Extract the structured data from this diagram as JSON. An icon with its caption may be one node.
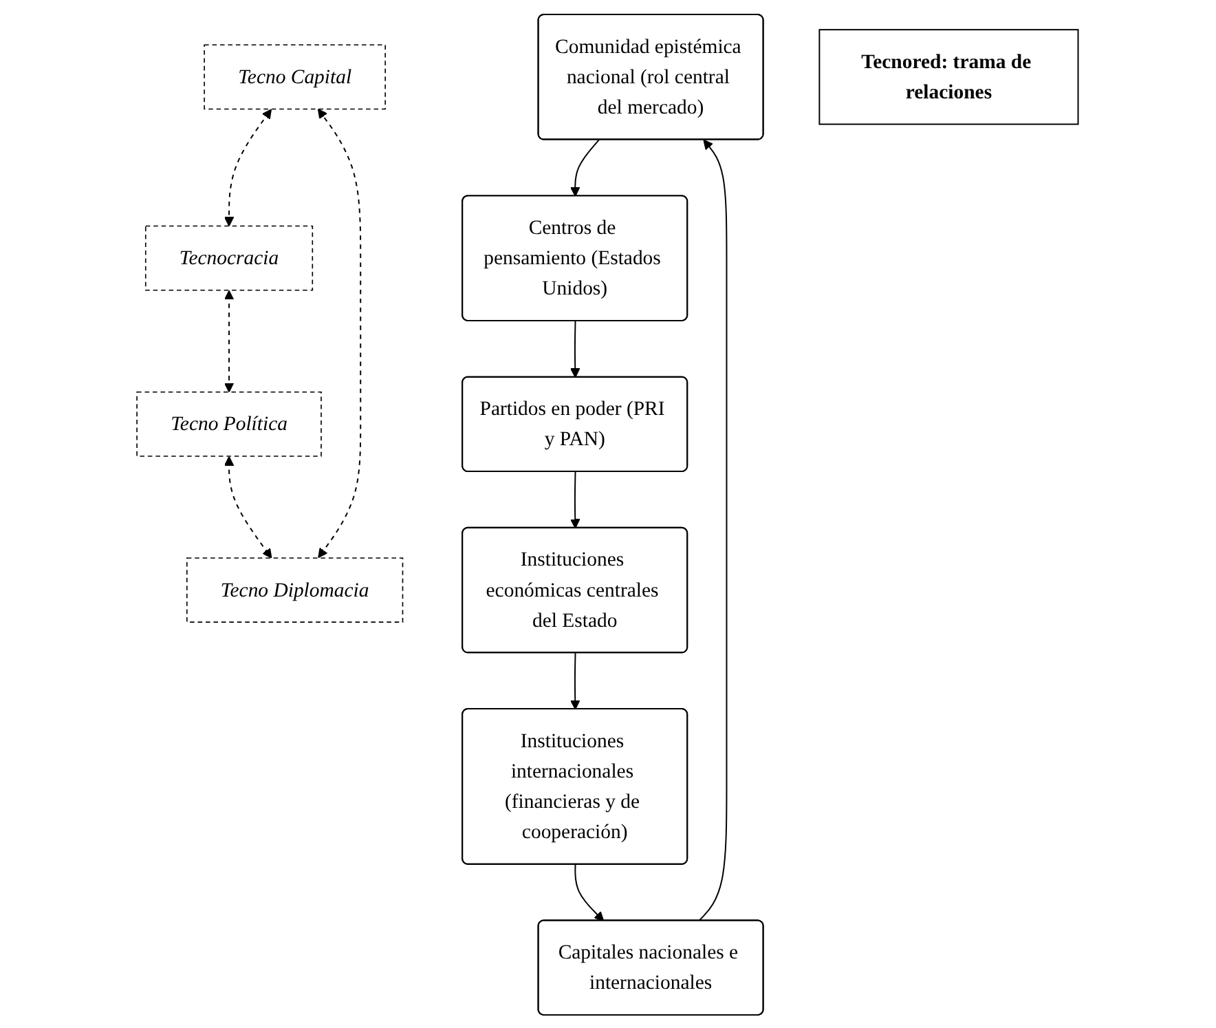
{
  "diagram": {
    "nodes": [
      {
        "text": [
          "Tecno Capital"
        ]
      },
      {
        "text": [
          "Comunidad epistémica nacional (rol central del mercado)"
        ]
      },
      {
        "text": [
          "Tecnocracia"
        ]
      },
      {
        "text": [
          "Capitales nacionales e internacionales"
        ]
      },
      {
        "text": [
          "Centros de pensamiento (Estados Unidos)"
        ]
      },
      {
        "text": [
          "Tecnored: trama de relaciones"
        ]
      },
      {
        "text": [
          "Instituciones internacionales (financieras y de cooperación)"
        ]
      },
      {
        "text": [
          "Partidos en poder (PRI y PAN)"
        ]
      },
      {
        "text": [
          "Tecno Diplomacia"
        ]
      },
      {
        "text": [
          "Instituciones económicas centrales del Estado"
        ]
      },
      {
        "text": [
          "Tecno Política"
        ]
      }
    ],
    "edges": [
      {
        "from": 1,
        "to": 4,
        "arrow": "to"
      },
      {
        "from": 4,
        "to": 7,
        "arrow": "to"
      },
      {
        "from": 7,
        "to": 9,
        "arrow": "to"
      },
      {
        "from": 9,
        "to": 6,
        "arrow": "to"
      },
      {
        "from": 6,
        "to": 3,
        "arrow": "to"
      },
      {
        "from": 3,
        "to": 1,
        "arrow": "to"
      },
      {
        "from": 0,
        "to": 2,
        "arrow": "both",
        "style": "dashed"
      },
      {
        "from": 2,
        "to": 10,
        "arrow": "both",
        "style": "dashed"
      },
      {
        "from": 10,
        "to": 8,
        "arrow": "both",
        "style": "dashed"
      },
      {
        "from": 8,
        "to": 0,
        "arrow": "both",
        "style": "dashed"
      }
    ]
  }
}
